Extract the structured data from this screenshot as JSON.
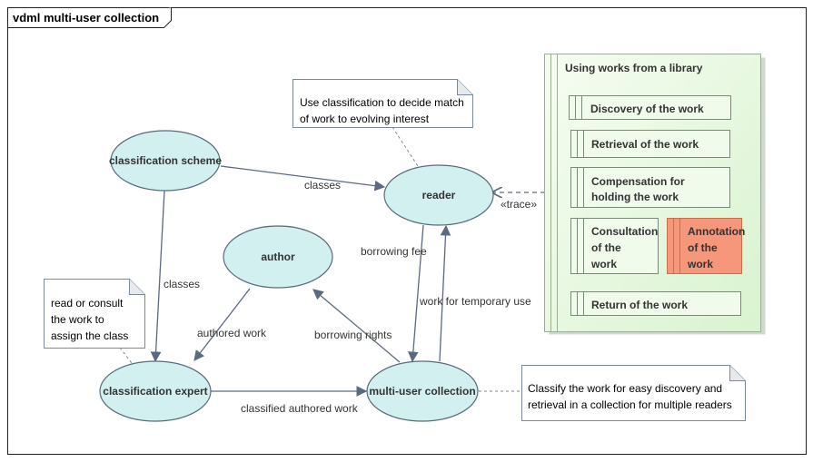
{
  "diagram": {
    "title": "vdml multi-user collection",
    "colors": {
      "ellipse_fill": "#d3f0f0",
      "ellipse_stroke": "#5a6a7a",
      "edge": "#5a6a80",
      "note_fill": "#ffffff",
      "note_stroke": "#7a8a9a",
      "activity_fill": "#e8f8e0",
      "activity_border": "#9bb08a",
      "sub_fill": "#f0fbec",
      "highlight_fill": "#f6967a",
      "highlight_stroke": "#c8704e"
    },
    "nodes": {
      "classification_scheme": "classification scheme",
      "reader": "reader",
      "author": "author",
      "classification_expert": "classification expert",
      "multi_user_collection": "multi-user collection"
    },
    "edges": {
      "classes_1": "classes",
      "classes_2": "classes",
      "borrowing_fee": "borrowing fee",
      "work_for_temporary_use": "work for temporary use",
      "authored_work": "authored work",
      "borrowing_rights": "borrowing rights",
      "classified_authored_work": "classified authored work",
      "trace": "«trace»"
    },
    "notes": {
      "reader_note": [
        "Use classification to decide match",
        "of work to evolving interest"
      ],
      "expert_note": [
        "read or consult",
        "the work to",
        "assign the class"
      ],
      "collection_note": [
        "Classify the work for easy discovery and",
        "retrieval in a collection for multiple readers"
      ]
    },
    "activity": {
      "title": "Using works from a library",
      "steps": {
        "discovery": [
          "Discovery of the work"
        ],
        "retrieval": [
          "Retrieval of the work"
        ],
        "compensation": [
          "Compensation for",
          "holding the work"
        ],
        "consultation": [
          "Consultation",
          "of the",
          "work"
        ],
        "annotation": [
          "Annotation",
          "of the",
          "work"
        ],
        "return": [
          "Return of the work"
        ]
      }
    }
  }
}
